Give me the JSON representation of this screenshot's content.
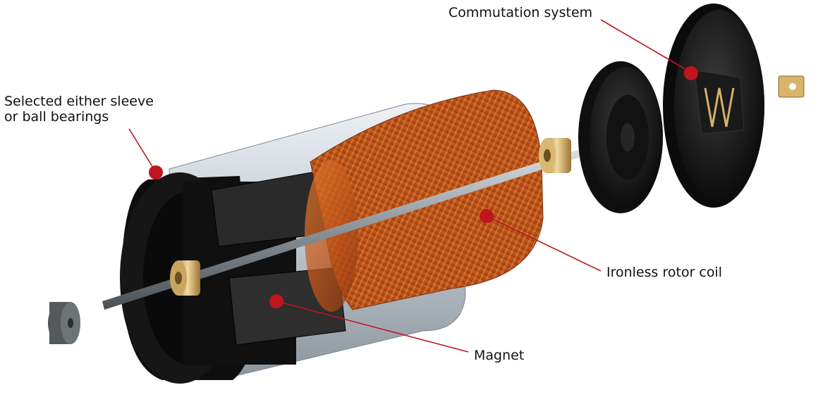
{
  "labels": {
    "bearings_line1": "Selected either sleeve",
    "bearings_line2": "or ball bearings",
    "commutation": "Commutation system",
    "rotor_coil": "Ironless rotor coil",
    "magnet": "Magnet"
  },
  "colors": {
    "callout_red": "#c0141f",
    "housing_black": "#111111",
    "sleeve_silver": "#c9d0d6",
    "coil_copper": "#c2571a",
    "bearing_brass": "#d8b46a"
  }
}
